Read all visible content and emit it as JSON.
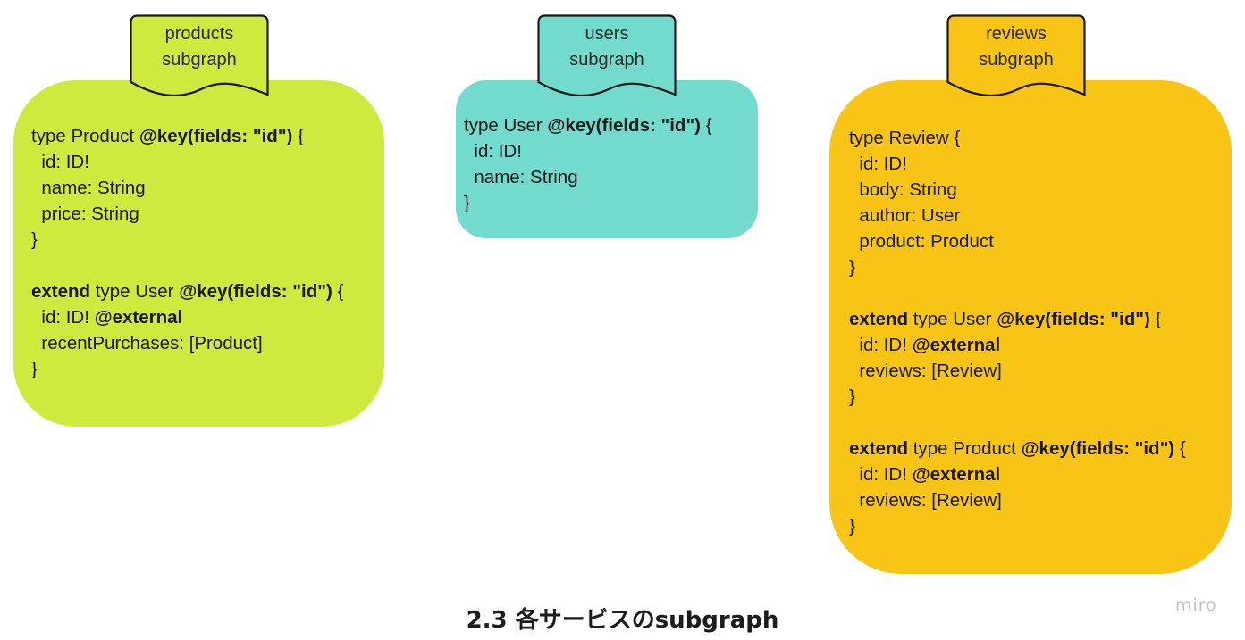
{
  "colors": {
    "products": "#cfe93f",
    "users": "#72dbcd",
    "reviews": "#f8c516"
  },
  "subgraphs": {
    "products": {
      "label": "products\nsubgraph",
      "lines": [
        [
          {
            "t": "type Product "
          },
          {
            "t": "@key(fields: \"id\")",
            "b": true
          },
          {
            "t": " {"
          }
        ],
        [
          {
            "t": "  id: ID!"
          }
        ],
        [
          {
            "t": "  name: String"
          }
        ],
        [
          {
            "t": "  price: String"
          }
        ],
        [
          {
            "t": "}"
          }
        ],
        [
          {
            "t": ""
          }
        ],
        [
          {
            "t": "extend",
            "b": true
          },
          {
            "t": " type User "
          },
          {
            "t": "@key(fields: \"id\")",
            "b": true
          },
          {
            "t": " {"
          }
        ],
        [
          {
            "t": "  id: ID! "
          },
          {
            "t": "@external",
            "b": true
          }
        ],
        [
          {
            "t": "  recentPurchases: [Product]"
          }
        ],
        [
          {
            "t": "}"
          }
        ]
      ]
    },
    "users": {
      "label": "users\nsubgraph",
      "lines": [
        [
          {
            "t": "type User "
          },
          {
            "t": "@key(fields: \"id\")",
            "b": true
          },
          {
            "t": " {"
          }
        ],
        [
          {
            "t": "  id: ID!"
          }
        ],
        [
          {
            "t": "  name: String"
          }
        ],
        [
          {
            "t": "}"
          }
        ]
      ]
    },
    "reviews": {
      "label": "reviews\nsubgraph",
      "lines": [
        [
          {
            "t": "type Review {"
          }
        ],
        [
          {
            "t": "  id: ID!"
          }
        ],
        [
          {
            "t": "  body: String"
          }
        ],
        [
          {
            "t": "  author: User"
          }
        ],
        [
          {
            "t": "  product: Product"
          }
        ],
        [
          {
            "t": "}"
          }
        ],
        [
          {
            "t": ""
          }
        ],
        [
          {
            "t": "extend",
            "b": true
          },
          {
            "t": " type User "
          },
          {
            "t": "@key(fields: \"id\")",
            "b": true
          },
          {
            "t": " {"
          }
        ],
        [
          {
            "t": "  id: ID! "
          },
          {
            "t": "@external",
            "b": true
          }
        ],
        [
          {
            "t": "  reviews: [Review]"
          }
        ],
        [
          {
            "t": "}"
          }
        ],
        [
          {
            "t": ""
          }
        ],
        [
          {
            "t": "extend",
            "b": true
          },
          {
            "t": " type Product "
          },
          {
            "t": "@key(fields: \"id\")",
            "b": true
          },
          {
            "t": " {"
          }
        ],
        [
          {
            "t": "  id: ID! "
          },
          {
            "t": "@external",
            "b": true
          }
        ],
        [
          {
            "t": "  reviews: [Review]"
          }
        ],
        [
          {
            "t": "}"
          }
        ]
      ]
    }
  },
  "footer": {
    "title": "2.3 各サービスのsubgraph",
    "watermark": "miro"
  }
}
